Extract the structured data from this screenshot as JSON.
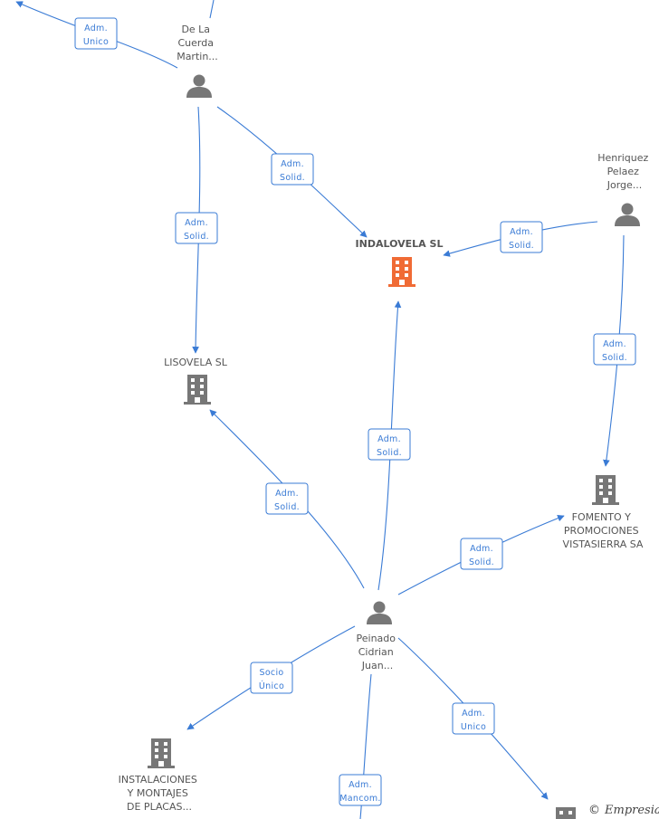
{
  "colors": {
    "edge": "#3a7bd5",
    "person": "#777777",
    "company": "#777777",
    "main_company": "#f06b35"
  },
  "nodes": {
    "de_la_cuerda": {
      "kind": "person",
      "label": [
        "De La",
        "Cuerda",
        "Martin..."
      ]
    },
    "henriquez": {
      "kind": "person",
      "label": [
        "Henriquez",
        "Pelaez",
        "Jorge..."
      ]
    },
    "peinado": {
      "kind": "person",
      "label": [
        "Peinado",
        "Cidrian",
        "Juan..."
      ]
    },
    "indalovela": {
      "kind": "company",
      "main": true,
      "label": [
        "INDALOVELA SL"
      ]
    },
    "lisovela": {
      "kind": "company",
      "label": [
        "LISOVELA SL"
      ]
    },
    "fomento": {
      "kind": "company",
      "label": [
        "FOMENTO Y",
        "PROMOCIONES",
        "VISTASIERRA SA"
      ]
    },
    "instalaciones": {
      "kind": "company",
      "label": [
        "INSTALACIONES",
        "Y MONTAJES",
        "DE PLACAS..."
      ]
    },
    "bottom_right": {
      "kind": "company",
      "label": []
    }
  },
  "edges": [
    {
      "id": "e1",
      "from": "de_la_cuerda",
      "to": "offscreen_top_left",
      "role": [
        "Adm.",
        "Unico"
      ]
    },
    {
      "id": "e2",
      "from": "de_la_cuerda",
      "to": "indalovela",
      "role": [
        "Adm.",
        "Solid."
      ]
    },
    {
      "id": "e3",
      "from": "de_la_cuerda",
      "to": "lisovela",
      "role": [
        "Adm.",
        "Solid."
      ]
    },
    {
      "id": "e4",
      "from": "henriquez",
      "to": "indalovela",
      "role": [
        "Adm.",
        "Solid."
      ]
    },
    {
      "id": "e5",
      "from": "henriquez",
      "to": "fomento",
      "role": [
        "Adm.",
        "Solid."
      ]
    },
    {
      "id": "e6",
      "from": "peinado",
      "to": "lisovela",
      "role": [
        "Adm.",
        "Solid."
      ]
    },
    {
      "id": "e7",
      "from": "peinado",
      "to": "indalovela",
      "role": [
        "Adm.",
        "Solid."
      ]
    },
    {
      "id": "e8",
      "from": "peinado",
      "to": "fomento",
      "role": [
        "Adm.",
        "Solid."
      ]
    },
    {
      "id": "e9",
      "from": "peinado",
      "to": "instalaciones",
      "role": [
        "Socio",
        "Único"
      ]
    },
    {
      "id": "e10",
      "from": "peinado",
      "to": "offscreen_bottom",
      "role": [
        "Adm.",
        "Mancom."
      ]
    },
    {
      "id": "e11",
      "from": "peinado",
      "to": "bottom_right",
      "role": [
        "Adm.",
        "Unico"
      ]
    }
  ],
  "copyright": {
    "symbol": "©",
    "brand": "Empresia"
  }
}
